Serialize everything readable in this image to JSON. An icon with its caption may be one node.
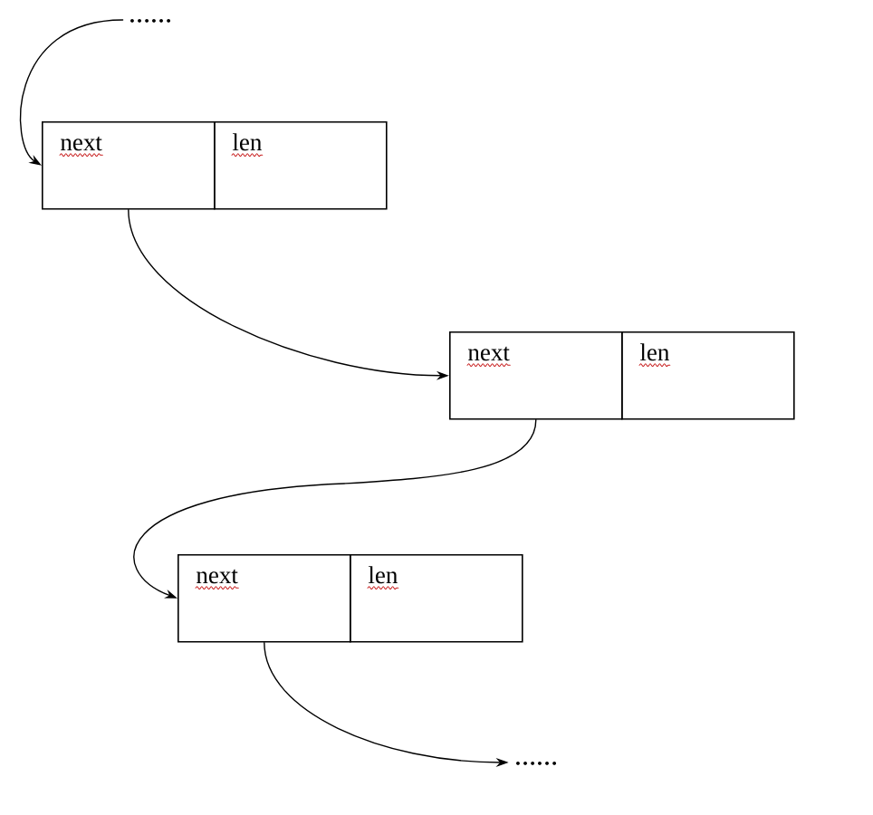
{
  "diagram": {
    "nodes": [
      {
        "text": [
          "……"
        ]
      },
      {
        "text": [
          "next"
        ]
      },
      {
        "text": [
          "len"
        ]
      },
      {
        "text": [
          "next"
        ]
      },
      {
        "text": [
          "len"
        ]
      },
      {
        "text": [
          "next"
        ]
      },
      {
        "text": [
          "len"
        ]
      },
      {
        "text": [
          "……"
        ]
      }
    ],
    "edges": [
      {
        "from": 0,
        "to": 1,
        "arrow": "to"
      },
      {
        "from": 1,
        "to": 3,
        "arrow": "to"
      },
      {
        "from": 3,
        "to": 5,
        "arrow": "to"
      },
      {
        "from": 5,
        "to": 7,
        "arrow": "to"
      }
    ]
  }
}
